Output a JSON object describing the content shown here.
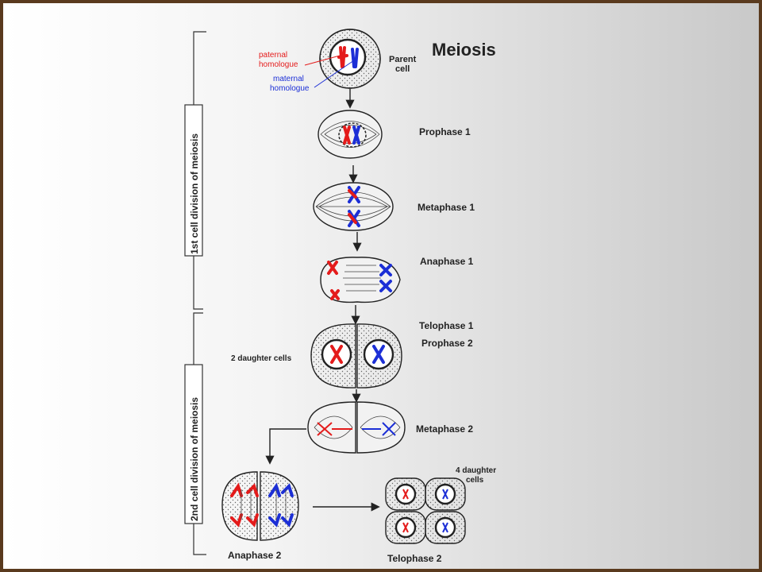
{
  "title": "Meiosis",
  "labels": {
    "parent_cell_line1": "Parent",
    "parent_cell_line2": "cell",
    "paternal_line1": "paternal",
    "paternal_line2": "homologue",
    "maternal_line1": "maternal",
    "maternal_line2": "homologue",
    "daughter2": "2 daughter cells",
    "daughter4_line1": "4 daughter",
    "daughter4_line2": "cells"
  },
  "stages": {
    "prophase1": "Prophase 1",
    "metaphase1": "Metaphase 1",
    "anaphase1": "Anaphase 1",
    "telophase1": "Telophase 1",
    "prophase2": "Prophase 2",
    "metaphase2": "Metaphase 2",
    "anaphase2": "Anaphase 2",
    "telophase2": "Telophase 2"
  },
  "divisions": {
    "first": "1st cell division of meiosis",
    "second": "2nd cell division of meiosis"
  },
  "colors": {
    "paternal": "#e41b1b",
    "maternal": "#1c2fd6"
  }
}
